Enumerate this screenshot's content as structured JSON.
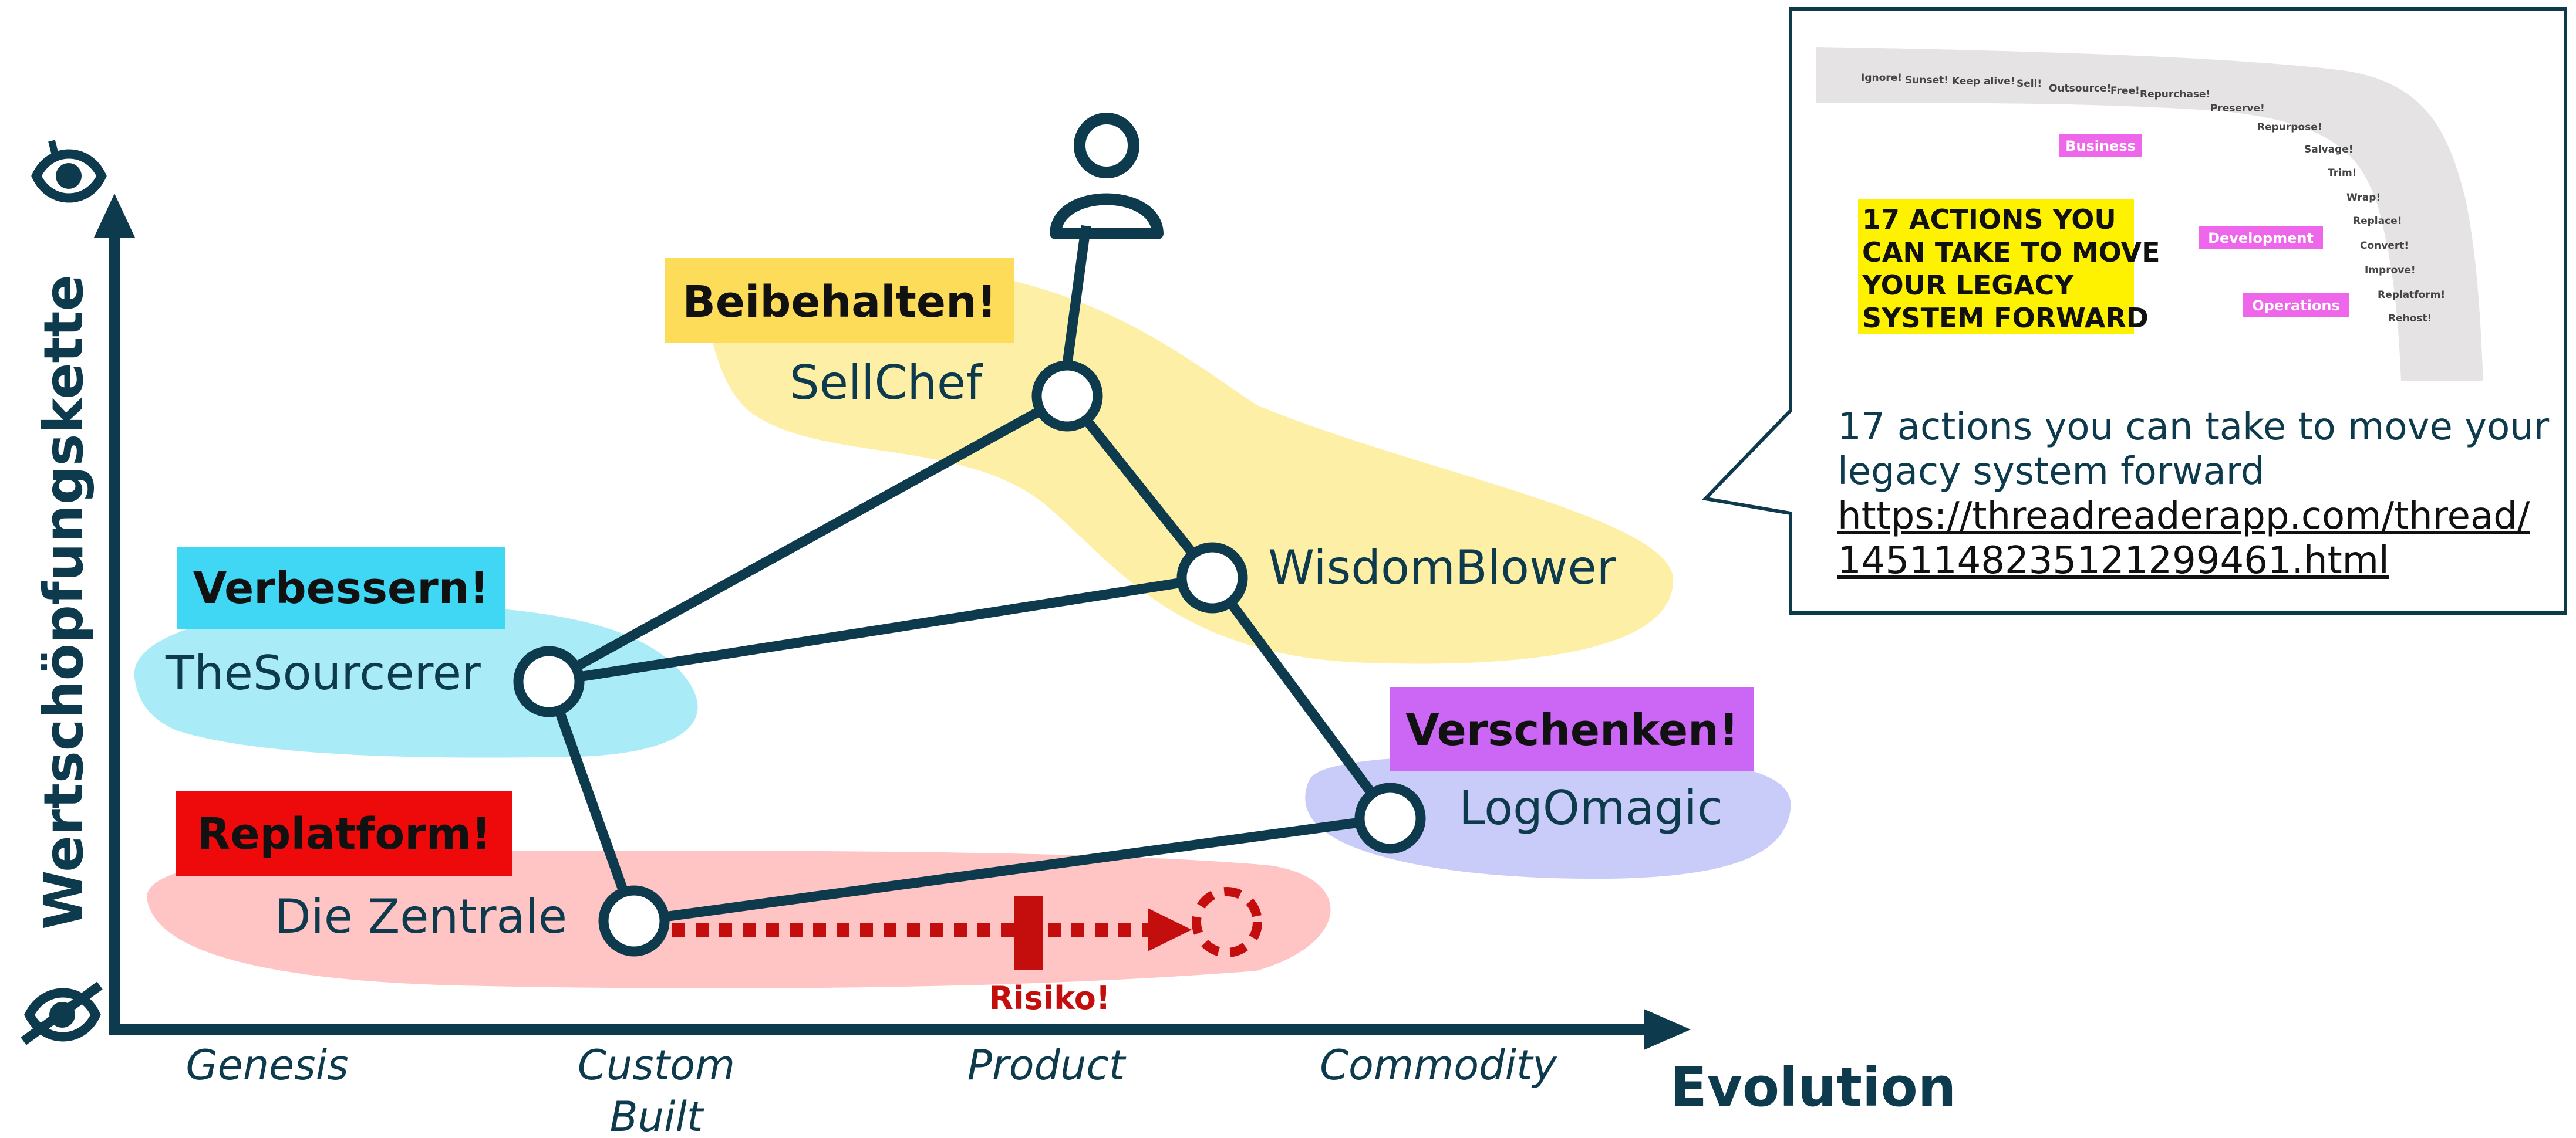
{
  "colors": {
    "ink": "#0d3b4d",
    "yellow_zone": "#fdf0a6",
    "blue_zone": "#a9ecf7",
    "red_zone": "#ffc4c4",
    "purple_zone": "#c9cbf8",
    "label_yellow": "#fddc5a",
    "label_blue": "#40d7f5",
    "label_red": "#ee0a0a",
    "label_purple": "#cc66f5",
    "risk": "#c40d0d",
    "thumb_pink": "#ee66ea",
    "thumb_yellow": "#fff200"
  },
  "axis": {
    "y_label": "Wertschöpfungskette",
    "x_label": "Evolution",
    "stages": [
      "Genesis",
      "Custom Built",
      "Product",
      "Commodity"
    ],
    "top_icon": "eye-icon",
    "bottom_icon": "eye-crossed-icon"
  },
  "labels": {
    "beibehalten": "Beibehalten!",
    "verbessern": "Verbessern!",
    "replatform": "Replatform!",
    "verschenken": "Verschenken!",
    "risiko": "Risiko!"
  },
  "components": {
    "sellchef": "SellChef",
    "wisdomblower": "WisdomBlower",
    "thesourcerer": "TheSourcerer",
    "logomagic": "LogOmagic",
    "diezentrale": "Die Zentrale"
  },
  "callout": {
    "caption_line1": "17 actions you can take to move your",
    "caption_line2": "legacy system forward",
    "link_line1": "https://threadreaderapp.com/thread/",
    "link_line2": "1451148235121299461.html",
    "thumb_title": [
      "17 ACTIONS YOU",
      "CAN TAKE TO MOVE",
      "YOUR LEGACY",
      "SYSTEM FORWARD"
    ],
    "thumb_categories": [
      "Business",
      "Development",
      "Operations"
    ],
    "thumb_actions": [
      "Ignore!",
      "Sunset!",
      "Keep alive!",
      "Sell!",
      "Outsource!",
      "Free!",
      "Repurchase!",
      "Preserve!",
      "Repurpose!",
      "Salvage!",
      "Trim!",
      "Wrap!",
      "Replace!",
      "Convert!",
      "Improve!",
      "Replatform!",
      "Rehost!"
    ]
  }
}
